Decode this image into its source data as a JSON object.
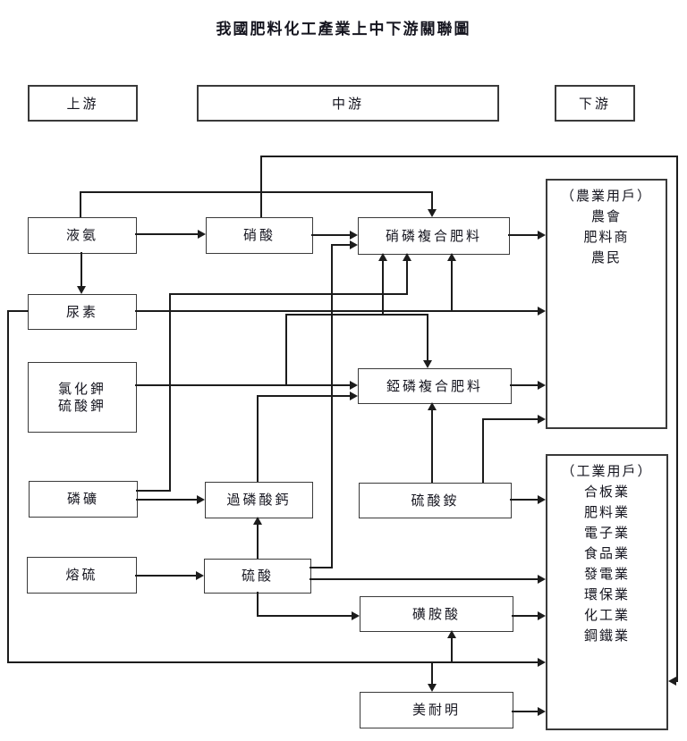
{
  "title": "我國肥料化工產業上中下游關聯圖",
  "headers": {
    "upstream": "上游",
    "midstream": "中游",
    "downstream": "下游"
  },
  "nodes": {
    "liquid_ammonia": "液氨",
    "urea": "尿素",
    "potassium_line1": "氯化鉀",
    "potassium_line2": "硫酸鉀",
    "phosphate_rock": "磷礦",
    "molten_sulfur": "熔硫",
    "nitric_acid": "硝酸",
    "nitrophosphate_fertilizer": "硝磷複合肥料",
    "ammonium_phosphate_fertilizer": "錏磷複合肥料",
    "superphosphate": "過磷酸鈣",
    "ammonium_sulfate": "硫酸銨",
    "sulfuric_acid": "硫酸",
    "sulfamic_acid": "磺胺酸",
    "melamine": "美耐明"
  },
  "agricultural_users": {
    "heading": "（農業用戶）",
    "members": [
      "農會",
      "肥料商",
      "農民"
    ]
  },
  "industrial_users": {
    "heading": "（工業用戶）",
    "members": [
      "合板業",
      "肥料業",
      "電子業",
      "食品業",
      "發電業",
      "環保業",
      "化工業",
      "鋼鐵業"
    ]
  },
  "edges": [
    {
      "from": "液氨",
      "to": "硝酸"
    },
    {
      "from": "液氨",
      "to": "尿素"
    },
    {
      "from": "液氨",
      "to": "硝磷複合肥料"
    },
    {
      "from": "硝酸",
      "to": "硝磷複合肥料"
    },
    {
      "from": "硝酸",
      "to": "工業用戶"
    },
    {
      "from": "尿素",
      "to": "硝磷複合肥料"
    },
    {
      "from": "尿素",
      "to": "農業用戶"
    },
    {
      "from": "尿素",
      "to": "磺胺酸"
    },
    {
      "from": "尿素",
      "to": "美耐明"
    },
    {
      "from": "尿素",
      "to": "工業用戶"
    },
    {
      "from": "氯化鉀/硫酸鉀",
      "to": "硝磷複合肥料"
    },
    {
      "from": "氯化鉀/硫酸鉀",
      "to": "錏磷複合肥料"
    },
    {
      "from": "磷礦",
      "to": "硝磷複合肥料"
    },
    {
      "from": "磷礦",
      "to": "過磷酸鈣"
    },
    {
      "from": "熔硫",
      "to": "硫酸"
    },
    {
      "from": "硫酸",
      "to": "過磷酸鈣"
    },
    {
      "from": "硫酸",
      "to": "硝磷複合肥料"
    },
    {
      "from": "硫酸",
      "to": "磺胺酸"
    },
    {
      "from": "硫酸",
      "to": "工業用戶"
    },
    {
      "from": "過磷酸鈣",
      "to": "錏磷複合肥料"
    },
    {
      "from": "硫酸銨",
      "to": "錏磷複合肥料"
    },
    {
      "from": "硫酸銨",
      "to": "農業用戶"
    },
    {
      "from": "硫酸銨",
      "to": "工業用戶"
    },
    {
      "from": "硝磷複合肥料",
      "to": "農業用戶"
    },
    {
      "from": "錏磷複合肥料",
      "to": "農業用戶"
    },
    {
      "from": "磺胺酸",
      "to": "工業用戶"
    },
    {
      "from": "美耐明",
      "to": "工業用戶"
    }
  ],
  "colors": {
    "line": "#1c1c1c",
    "border": "#3a3a3a",
    "background": "#ffffff",
    "text": "#15151f"
  }
}
